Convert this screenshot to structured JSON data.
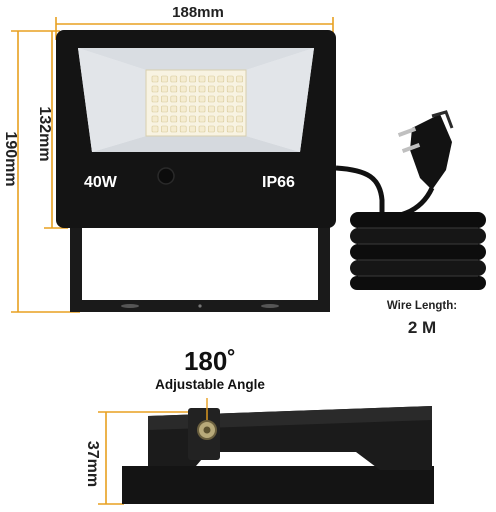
{
  "dimensions": {
    "width": "188mm",
    "height_total": "190mm",
    "height_body": "132mm",
    "depth": "37mm"
  },
  "lamp": {
    "power": "40W",
    "rating": "IP66"
  },
  "wire": {
    "label": "Wire Length:",
    "value": "2 M"
  },
  "angle": {
    "value": "180˚",
    "label": "Adjustable Angle"
  },
  "colors": {
    "dimension_line": "#e8a020",
    "housing": "#151515",
    "led": "#f5ecd0"
  }
}
